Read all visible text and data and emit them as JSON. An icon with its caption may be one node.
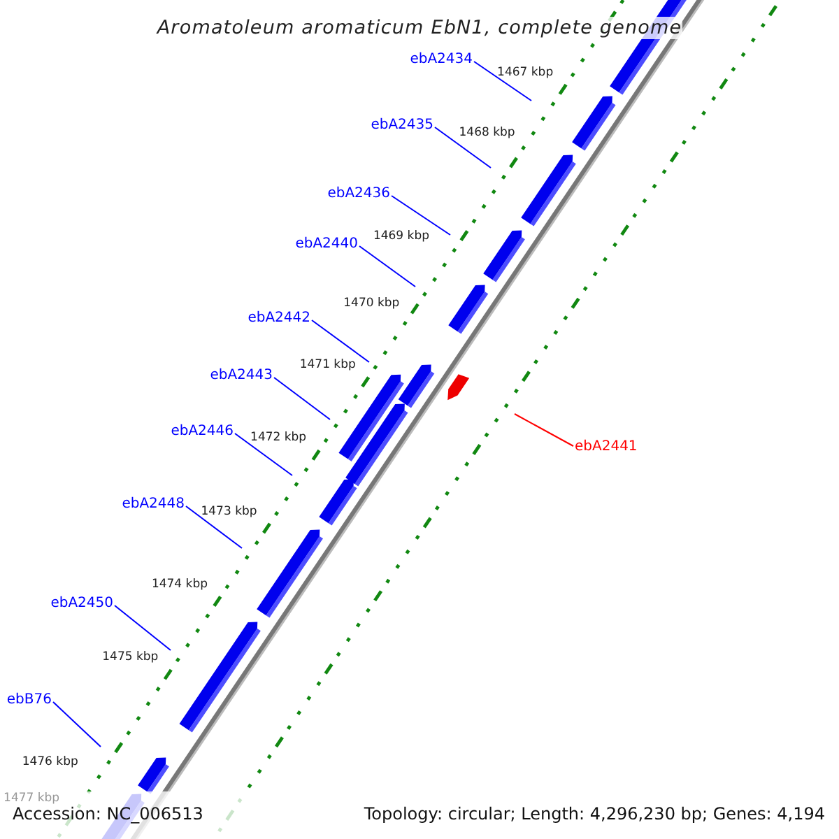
{
  "diagram": {
    "title": "Aromatoleum aromaticum EbN1, complete genome",
    "nodes": [
      {
        "text": [
          "ebA2434"
        ]
      },
      {
        "text": [
          "ebA2435"
        ]
      },
      {
        "text": [
          "ebA2436"
        ]
      },
      {
        "text": [
          "ebA2440"
        ]
      },
      {
        "text": [
          "ebA2442"
        ]
      },
      {
        "text": [
          "ebA2443"
        ]
      },
      {
        "text": [
          "ebA2446"
        ]
      },
      {
        "text": [
          "ebA2448"
        ]
      },
      {
        "text": [
          "ebA2450"
        ]
      },
      {
        "text": [
          "ebB76"
        ]
      },
      {
        "text": [
          "ebA2441"
        ]
      }
    ],
    "edges": [
      {
        "from": 0,
        "to": null,
        "arrow": "none"
      },
      {
        "from": 1,
        "to": null,
        "arrow": "none"
      },
      {
        "from": 2,
        "to": null,
        "arrow": "none"
      },
      {
        "from": 3,
        "to": null,
        "arrow": "none"
      },
      {
        "from": 4,
        "to": null,
        "arrow": "none"
      },
      {
        "from": 5,
        "to": null,
        "arrow": "none"
      },
      {
        "from": 6,
        "to": null,
        "arrow": "none"
      },
      {
        "from": 7,
        "to": null,
        "arrow": "none"
      },
      {
        "from": 8,
        "to": null,
        "arrow": "none"
      },
      {
        "from": 9,
        "to": null,
        "arrow": "none"
      },
      {
        "from": 10,
        "to": null,
        "arrow": "none",
        "color": "#ff0000"
      }
    ],
    "labels": [
      "1467 kbp",
      "1468 kbp",
      "1469 kbp",
      "1470 kbp",
      "1471 kbp",
      "1472 kbp",
      "1473 kbp",
      "1474 kbp",
      "1475 kbp",
      "1476 kbp",
      "1477 kbp",
      "Accession: NC_006513",
      "Topology: circular; Length: 4,296,230 bp; Genes: 4,194"
    ]
  }
}
